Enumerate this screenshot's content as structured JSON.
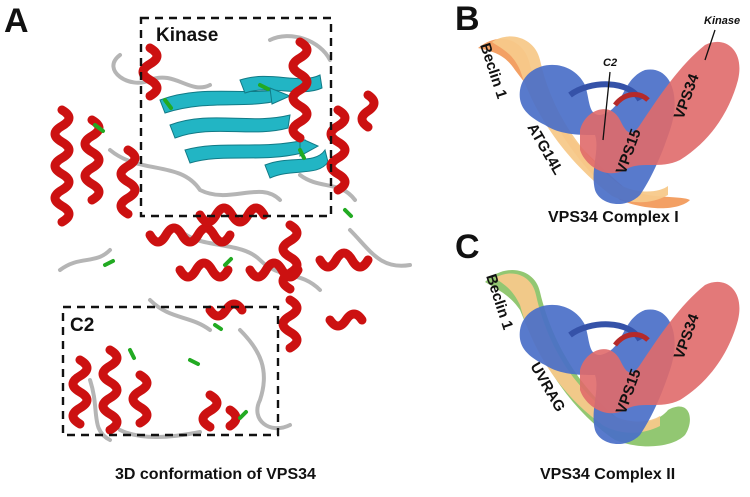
{
  "panels": {
    "a": {
      "letter": "A",
      "kinase_label": "Kinase",
      "c2_label": "C2",
      "caption": "3D conformation of VPS34"
    },
    "b": {
      "letter": "B",
      "beclin": "Beclin 1",
      "atg": "ATG14L",
      "c2": "C2",
      "kinase": "Kinase",
      "vps15": "VPS15",
      "vps34": "VPS34",
      "caption": "VPS34 Complex I"
    },
    "c": {
      "letter": "C",
      "beclin": "Beclin 1",
      "uvrag": "UVRAG",
      "vps15": "VPS15",
      "vps34": "VPS34",
      "caption": "VPS34 Complex II"
    }
  },
  "colors": {
    "helix": "#cc1111",
    "sheet": "#22b5c4",
    "coil": "#b8b8b8",
    "turn": "#22aa22",
    "vps15": "#4a6fc8",
    "vps34": "#e06a6a",
    "beclin": "#f7c98a",
    "atg14l": "#f29b5c",
    "uvrag": "#8cc46a"
  }
}
